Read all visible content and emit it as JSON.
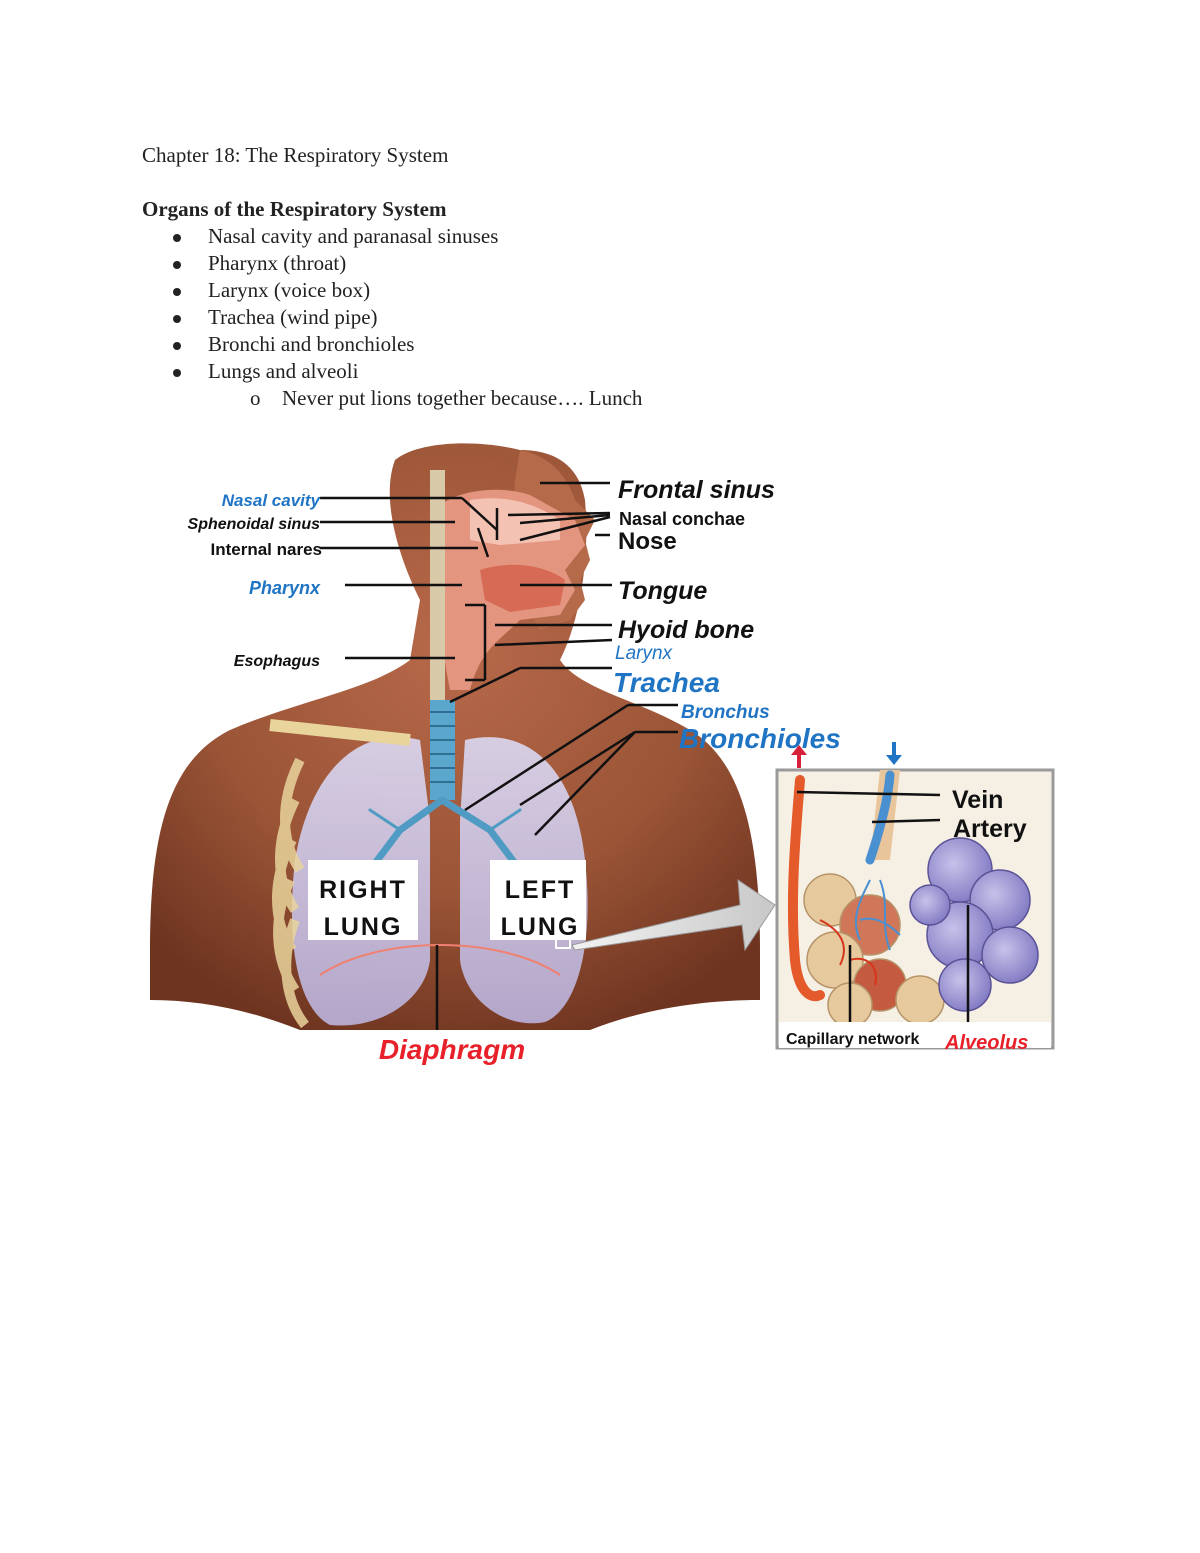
{
  "document": {
    "title": "Chapter 18: The Respiratory System",
    "section_heading": "Organs of the Respiratory System",
    "bullets": [
      "Nasal cavity and paranasal sinuses",
      "Pharynx (throat)",
      "Larynx (voice box)",
      "Trachea (wind pipe)",
      "Bronchi and bronchioles",
      "Lungs and alveoli"
    ],
    "sub_bullet_marker": "o",
    "sub_bullet": "Never put lions together because…. Lunch"
  },
  "figure": {
    "labels": {
      "nasal_cavity": "Nasal cavity",
      "sphenoidal_sinus": "Sphenoidal sinus",
      "internal_nares": "Internal nares",
      "pharynx": "Pharynx",
      "esophagus": "Esophagus",
      "frontal_sinus": "Frontal sinus",
      "nasal_conchae": "Nasal conchae",
      "nose": "Nose",
      "tongue": "Tongue",
      "hyoid_bone": "Hyoid bone",
      "larynx": "Larynx",
      "trachea": "Trachea",
      "bronchus": "Bronchus",
      "bronchioles": "Bronchioles",
      "right_lung_1": "RIGHT",
      "right_lung_2": "LUNG",
      "left_lung_1": "LEFT",
      "left_lung_2": "LUNG",
      "diaphragm": "Diaphragm",
      "vein": "Vein",
      "artery": "Artery",
      "capillary_network": "Capillary network",
      "alveolus": "Alveolus"
    },
    "colors": {
      "blue_label": "#1f74c4",
      "red_label": "#e8202a",
      "black_label": "#111111",
      "skin": "#a0583a",
      "skin_dark": "#6e3420",
      "lung": "#c9c0dc",
      "airway": "#4f9bc4",
      "vein": "#e45a2a",
      "artery": "#4a8fd0",
      "alveolus": "#8e86c8"
    }
  }
}
